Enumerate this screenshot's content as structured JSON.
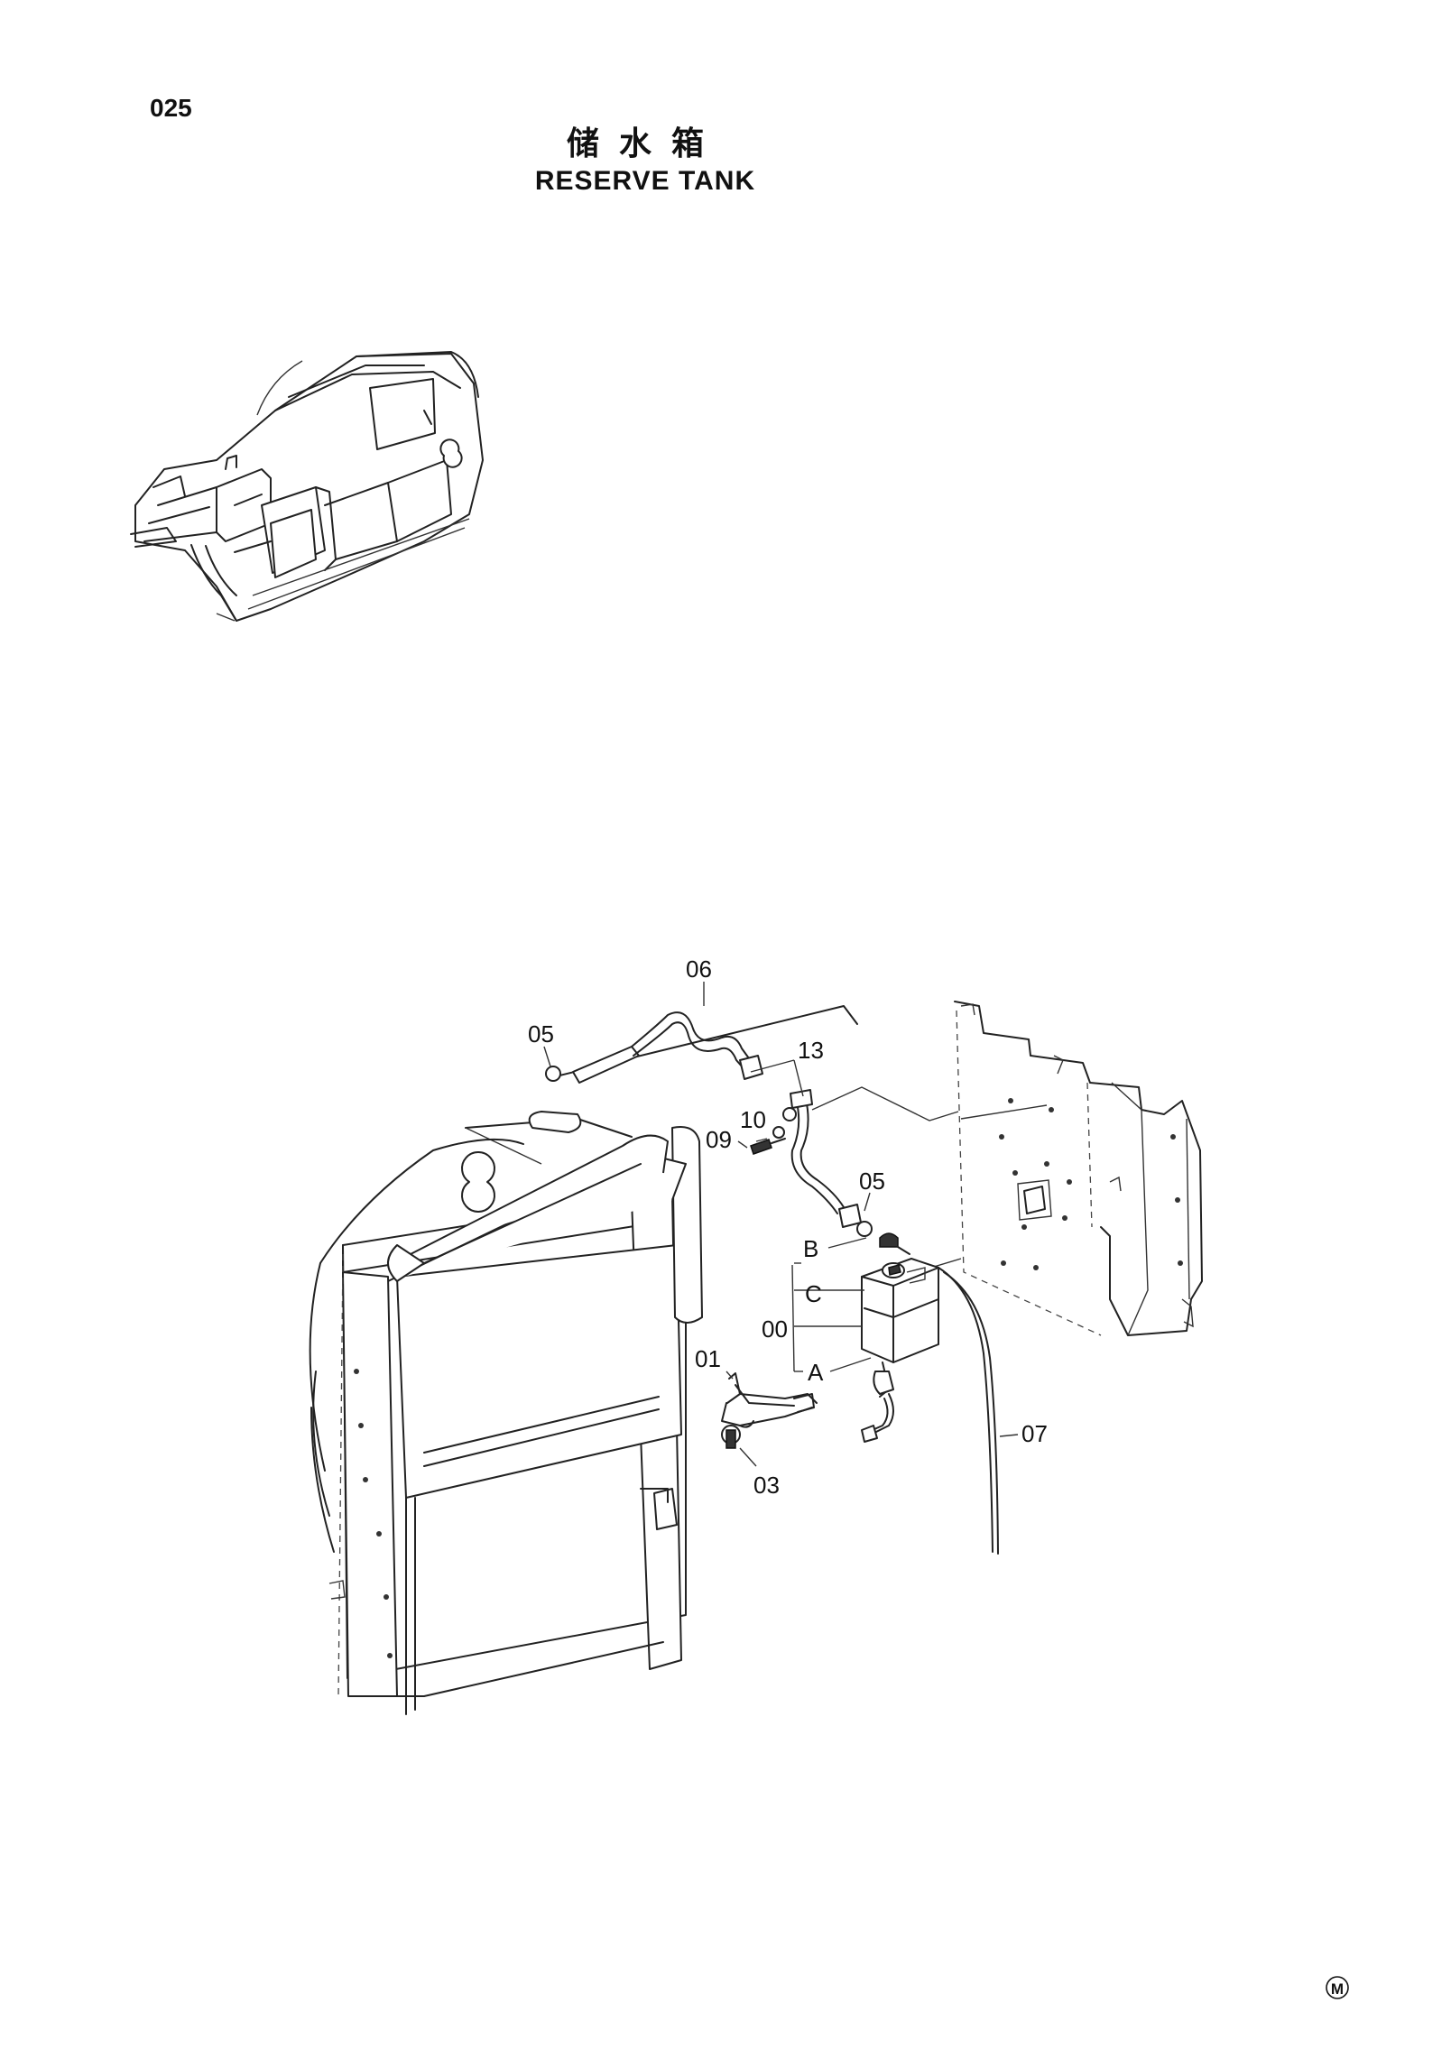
{
  "header": {
    "page_number": "025",
    "title_cn": "储水箱",
    "title_en": "RESERVE TANK"
  },
  "callouts": {
    "p00": "00",
    "p01": "01",
    "p03": "03",
    "p05a": "05",
    "p05b": "05",
    "p06": "06",
    "p07": "07",
    "p09": "09",
    "p10": "10",
    "p13": "13",
    "ref_a": "A",
    "ref_b": "B",
    "ref_c": "C"
  },
  "footer": {
    "mark": "M"
  }
}
